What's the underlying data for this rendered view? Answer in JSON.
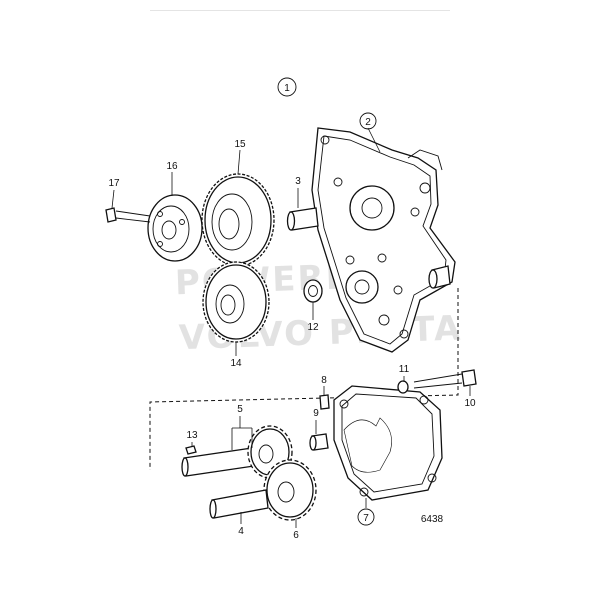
{
  "diagram": {
    "view_number": "1",
    "reference": "6438",
    "watermark_lines": [
      "POWERPARTS",
      "VOLVO PENTA"
    ],
    "callouts": [
      {
        "id": "c2",
        "label": "2",
        "circled": true
      },
      {
        "id": "c3",
        "label": "3",
        "circled": false
      },
      {
        "id": "c4",
        "label": "4",
        "circled": false
      },
      {
        "id": "c5",
        "label": "5",
        "circled": false
      },
      {
        "id": "c6",
        "label": "6",
        "circled": false
      },
      {
        "id": "c7",
        "label": "7",
        "circled": true
      },
      {
        "id": "c8",
        "label": "8",
        "circled": false
      },
      {
        "id": "c9",
        "label": "9",
        "circled": false
      },
      {
        "id": "c10",
        "label": "10",
        "circled": false
      },
      {
        "id": "c11",
        "label": "11",
        "circled": false
      },
      {
        "id": "c12",
        "label": "12",
        "circled": false
      },
      {
        "id": "c13",
        "label": "13",
        "circled": false
      },
      {
        "id": "c14",
        "label": "14",
        "circled": false
      },
      {
        "id": "c15",
        "label": "15",
        "circled": false
      },
      {
        "id": "c16",
        "label": "16",
        "circled": false
      },
      {
        "id": "c17",
        "label": "17",
        "circled": false
      }
    ]
  }
}
